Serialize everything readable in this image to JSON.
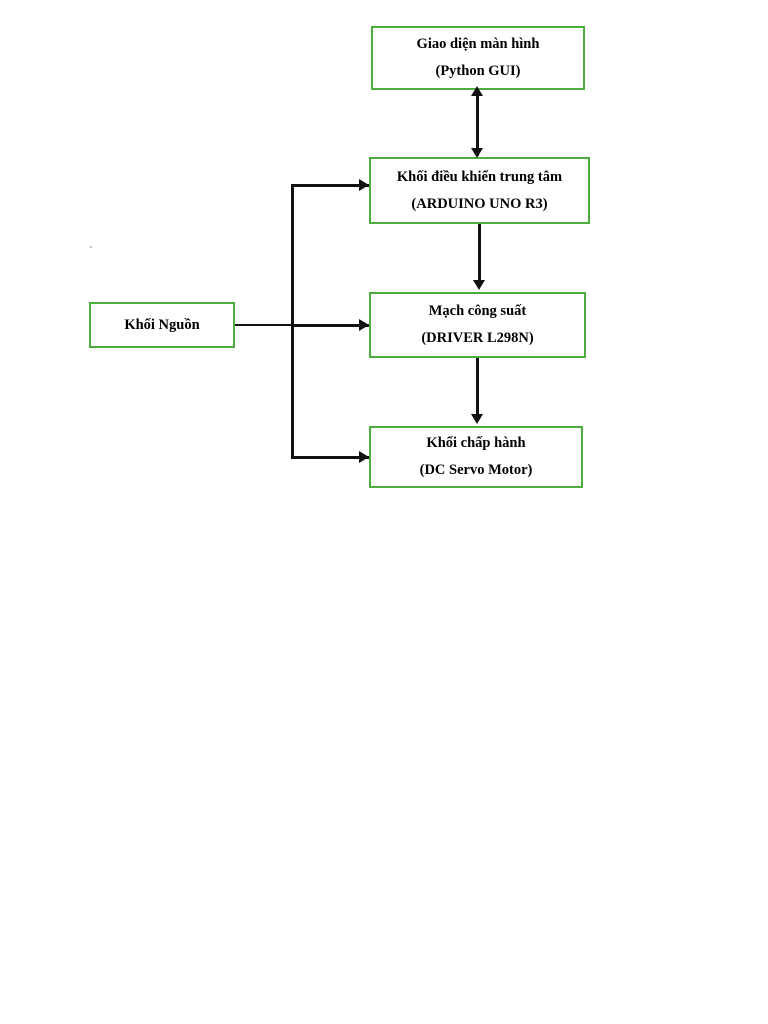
{
  "diagram": {
    "type": "block-diagram",
    "background_color": "#ffffff",
    "box_border_color": "#4cae3c",
    "connector_color": "#111111",
    "stray_mark": "`",
    "blocks": [
      {
        "id": "gui",
        "line1": "Giao diện màn hình",
        "line2": "(Python GUI)"
      },
      {
        "id": "controller",
        "line1": "Khối điều khiển trung tâm",
        "line2": "(ARDUINO UNO R3)"
      },
      {
        "id": "power-circuit",
        "line1": "Mạch công suất",
        "line2": "(DRIVER L298N)"
      },
      {
        "id": "actuator",
        "line1": "Khối chấp hành",
        "line2": "(DC Servo Motor)"
      },
      {
        "id": "power-supply",
        "line1": "Khối Nguồn",
        "line2": ""
      }
    ],
    "connections": [
      {
        "from": "controller",
        "to": "gui",
        "style": "bidirectional-vertical"
      },
      {
        "from": "controller",
        "to": "power-circuit",
        "style": "down-arrow"
      },
      {
        "from": "power-circuit",
        "to": "actuator",
        "style": "down-arrow"
      },
      {
        "from": "power-supply",
        "to": "controller",
        "style": "bus-right-arrow"
      },
      {
        "from": "power-supply",
        "to": "power-circuit",
        "style": "bus-right-arrow"
      },
      {
        "from": "power-supply",
        "to": "actuator",
        "style": "bus-right-arrow"
      }
    ]
  }
}
